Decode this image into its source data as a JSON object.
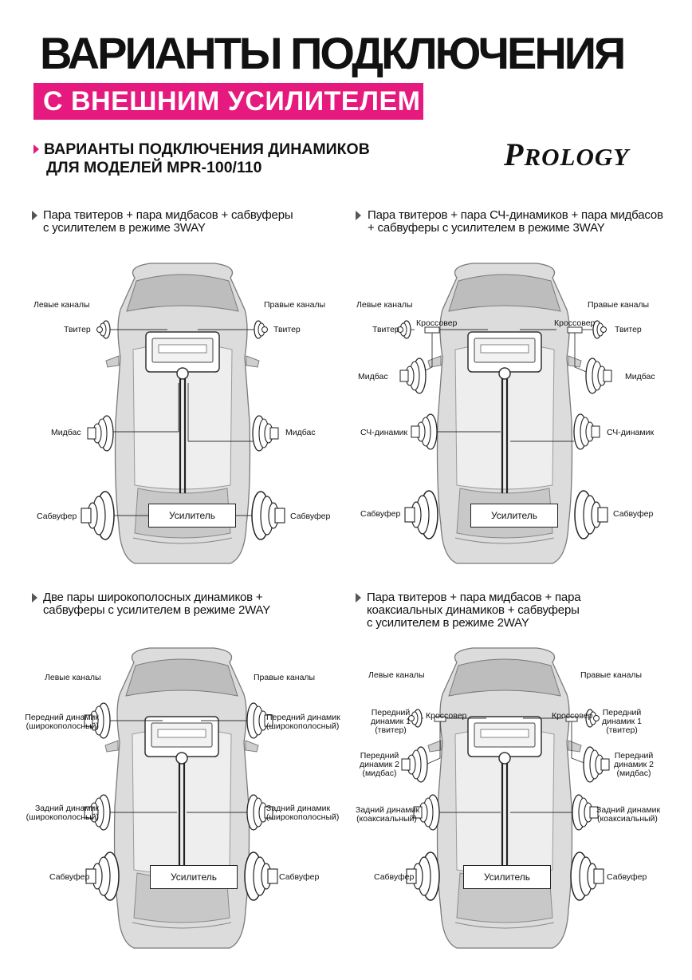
{
  "title": "ВАРИАНТЫ ПОДКЛЮЧЕНИЯ",
  "banner": "С ВНЕШНИМ УСИЛИТЕЛЕМ",
  "subtitle": {
    "line1": "ВАРИАНТЫ ПОДКЛЮЧЕНИЯ ДИНАМИКОВ",
    "line2": "ДЛЯ МОДЕЛЕЙ MPR-100/110"
  },
  "brand": {
    "first": "P",
    "rest": "ROLOGY"
  },
  "colors": {
    "accent": "#e5197e",
    "car_fill": "#d9d9d9",
    "car_stroke": "#8a8a8a"
  },
  "common": {
    "left_channels": "Левые каналы",
    "right_channels": "Правые каналы",
    "amplifier": "Усилитель",
    "crossover": "Кроссовер"
  },
  "variants": [
    {
      "line1": "Пара твитеров + пара мидбасов + сабвуферы",
      "line2": "с усилителем в режиме 3WAY",
      "speakers": {
        "tweeter": "Твитер",
        "midbass": "Мидбас",
        "subwoofer": "Сабвуфер"
      }
    },
    {
      "line1": "Пара твитеров + пара СЧ-динамиков + пара мидбасов",
      "line2": "+ сабвуферы с усилителем в режиме 3WAY",
      "speakers": {
        "tweeter": "Твитер",
        "midbass": "Мидбас",
        "mid": "СЧ-динамик",
        "subwoofer": "Сабвуфер"
      }
    },
    {
      "line1": "Две пары широкополосных динамиков +",
      "line2": "сабвуферы с усилителем в режиме 2WAY",
      "speakers": {
        "front_a": "Передний динамик",
        "front_b": "(широкополосный)",
        "rear_a": "Задний динамик",
        "rear_b": "(широкополосный)",
        "subwoofer": "Сабвуфер"
      }
    },
    {
      "line1": "Пара твитеров + пара мидбасов + пара",
      "line2": "коаксиальных динамиков + сабвуферы",
      "line3": "с усилителем в режиме 2WAY",
      "speakers": {
        "f1_a": "Передний",
        "f1_b": "динамик 1",
        "f1_c": "(твитер)",
        "f2_a": "Передний",
        "f2_b": "динамик 2",
        "f2_c": "(мидбас)",
        "rear_a": "Задний динамик",
        "rear_b": "(коаксиальный)",
        "subwoofer": "Сабвуфер"
      }
    }
  ]
}
